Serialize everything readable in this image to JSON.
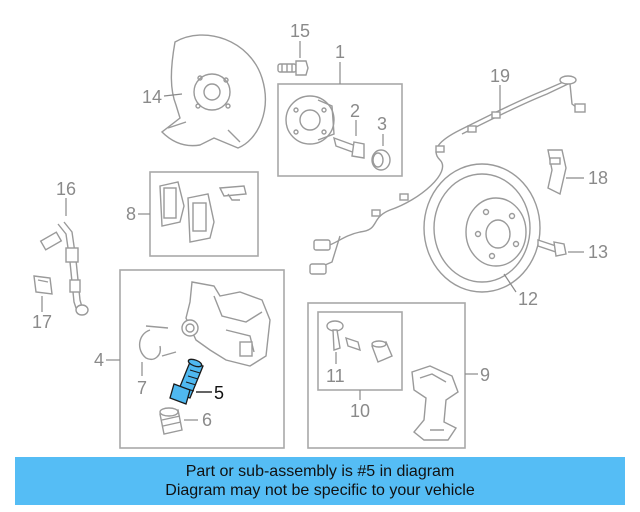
{
  "callouts": {
    "c1": "1",
    "c2": "2",
    "c3": "3",
    "c4": "4",
    "c5": "5",
    "c6": "6",
    "c7": "7",
    "c8": "8",
    "c9": "9",
    "c10": "10",
    "c11": "11",
    "c12": "12",
    "c13": "13",
    "c14": "14",
    "c15": "15",
    "c16": "16",
    "c17": "17",
    "c18": "18",
    "c19": "19"
  },
  "highlighted_part": "5",
  "colors": {
    "banner_background": "#55bdf5",
    "highlight_part": "#4fb8f0",
    "line_art": "#9a9a9a"
  },
  "banner": {
    "line1": "Part or sub-assembly is #5 in diagram",
    "line2": "Diagram may not be specific to your vehicle"
  }
}
